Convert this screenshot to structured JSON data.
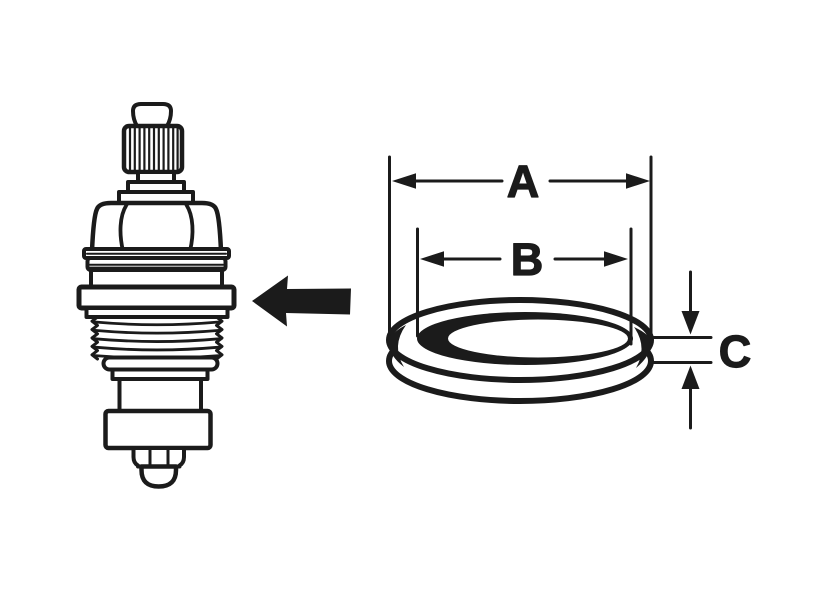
{
  "canvas": {
    "background_color": "#ffffff",
    "ink_color": "#1b1b1b",
    "description_parts": {
      "valve": "tap-valve-cartridge-line-drawing",
      "arrow": "solid-block-arrow-pointing-left",
      "washer": "tap-washer-ring-3d-line-drawing"
    }
  },
  "washer_dimensions": {
    "outer_diameter_label": "A",
    "inner_diameter_label": "B",
    "thickness_label": "C"
  }
}
